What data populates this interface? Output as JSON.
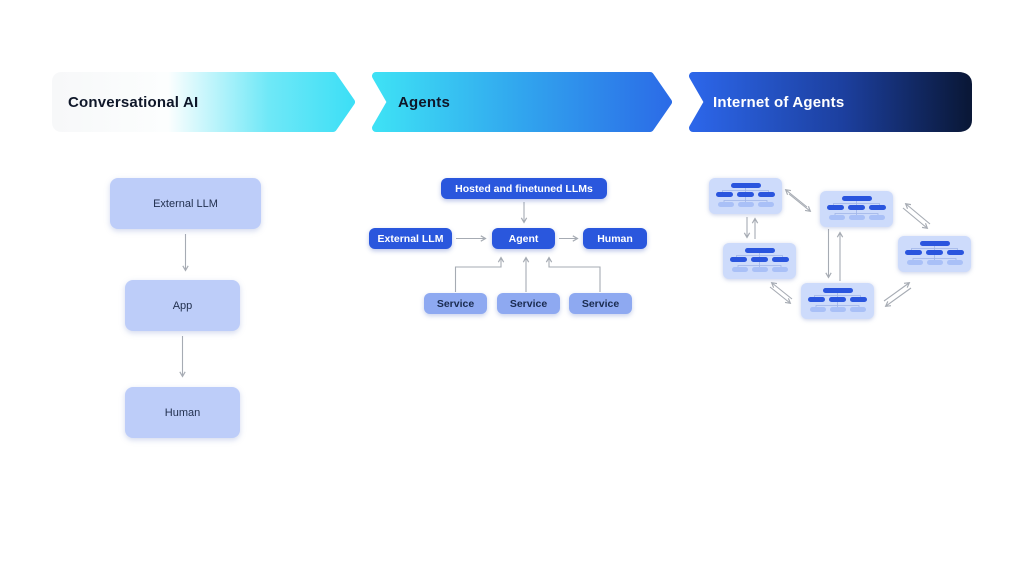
{
  "banners": [
    {
      "id": "conversational-ai",
      "label": "Conversational AI",
      "gradient_start": "#f7f8f9",
      "gradient_end": "#3edff6",
      "text_color": "#0f1729"
    },
    {
      "id": "agents",
      "label": "Agents",
      "gradient_start": "#3ee1f5",
      "gradient_end": "#2b6ce7",
      "text_color": "#0f1729"
    },
    {
      "id": "internet-of-agents",
      "label": "Internet of Agents",
      "gradient_start": "#2c66e9",
      "gradient_end": "#0a1838",
      "text_color": "#ffffff"
    }
  ],
  "conversational_ai_flow": {
    "nodes": [
      "External LLM",
      "App",
      "Human"
    ]
  },
  "agents_flow": {
    "hosted_llms": "Hosted and finetuned LLMs",
    "external_llm": "External LLM",
    "agent": "Agent",
    "human": "Human",
    "services": [
      "Service",
      "Service",
      "Service"
    ]
  },
  "internet_of_agents_network": {
    "agent_node_count": 5,
    "node_style": "miniature agent org-chart card",
    "link_style": "bidirectional double arrows"
  },
  "colors": {
    "background": "#ffffff",
    "accent_blue": "#2a57dd",
    "light_periwinkle": "#bdcdf9",
    "service_blue": "#8ea9f1",
    "mini_card_bg": "#cddbfb",
    "mini_bar_light": "#a9c0f7",
    "connector_gray": "#a6abb3",
    "cyan": "#3edff6",
    "dark_navy": "#0a1838"
  }
}
